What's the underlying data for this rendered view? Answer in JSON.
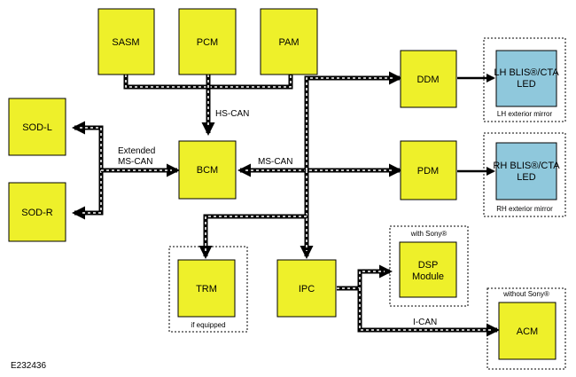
{
  "colors": {
    "module": "#eef02a",
    "led": "#8fc8dc",
    "line": "#000000"
  },
  "modules": {
    "sasm": "SASM",
    "pcm": "PCM",
    "pam": "PAM",
    "sodl": "SOD-L",
    "sodr": "SOD-R",
    "bcm": "BCM",
    "ddm": "DDM",
    "pdm": "PDM",
    "trm": "TRM",
    "ipc": "IPC",
    "dsp_line1": "DSP",
    "dsp_line2": "Module",
    "acm": "ACM",
    "lh_led_line1": "LH BLIS®/CTA",
    "lh_led_line2": "LED",
    "rh_led_line1": "RH BLIS®/CTA",
    "rh_led_line2": "LED"
  },
  "buses": {
    "hs_can": "HS-CAN",
    "ext_ms_can_line1": "Extended",
    "ext_ms_can_line2": "MS-CAN",
    "ms_can": "MS-CAN",
    "i_can": "I-CAN"
  },
  "groups": {
    "lh_mirror": "LH exterior mirror",
    "rh_mirror": "RH exterior mirror",
    "trm_note": "if equipped",
    "with_sony": "with Sony®",
    "without_sony": "without Sony®"
  },
  "figure_id": "E232436"
}
